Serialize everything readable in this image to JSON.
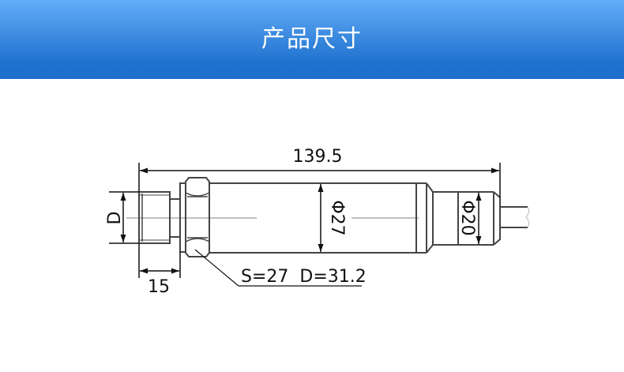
{
  "header": {
    "title": "产品尺寸",
    "gradient_top": "#64adf8",
    "gradient_bottom": "#1d6fcc"
  },
  "drawing": {
    "overall_length": "139.5",
    "thread_diameter_label": "D",
    "thread_length": "15",
    "body_diameter": "Φ27",
    "tail_diameter": "Φ20",
    "hex_note": "S=27  D=31.2",
    "line_color": "#333333",
    "dim_color": "#111111"
  }
}
